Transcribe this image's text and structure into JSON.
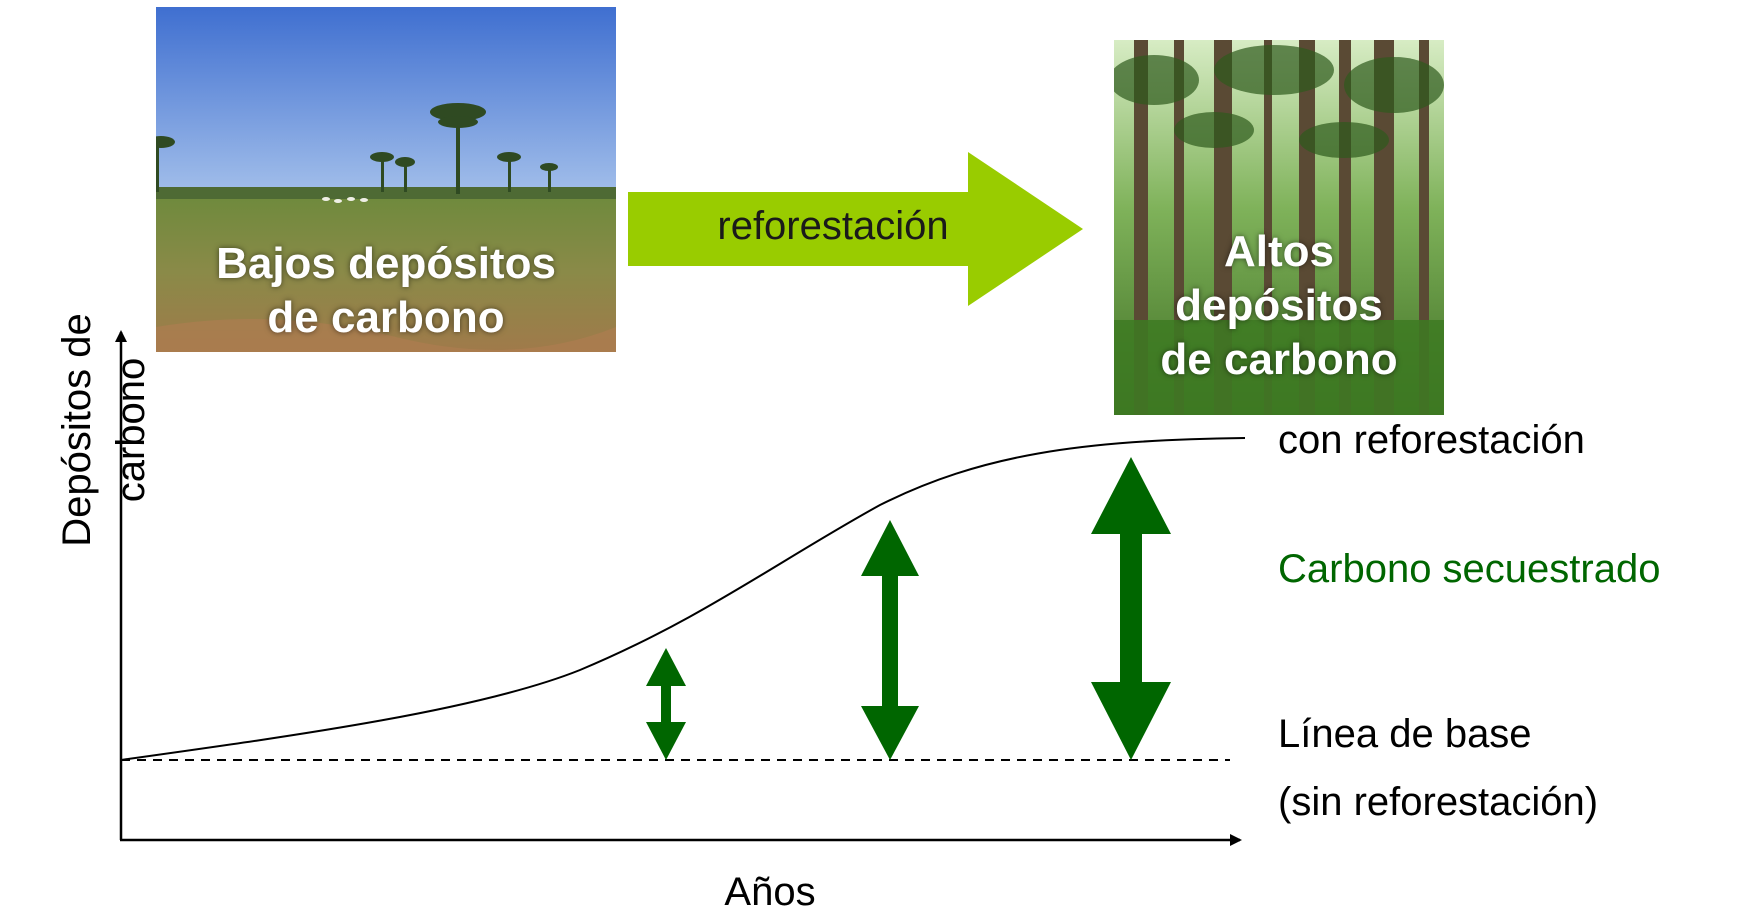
{
  "top": {
    "left_photo_caption_line1": "Bajos depósitos",
    "left_photo_caption_line2": "de carbono",
    "arrow_label": "reforestación",
    "right_photo_caption_line1": "Altos",
    "right_photo_caption_line2": "depósitos",
    "right_photo_caption_line3": "de carbono"
  },
  "chart": {
    "ylabel_line1": "Depósitos de",
    "ylabel_line2": "carbono",
    "xlabel": "Años",
    "curve_label": "con reforestación",
    "sequestered_label": "Carbono secuestrado",
    "baseline_label_line1": "Línea de base",
    "baseline_label_line2": "(sin reforestación)"
  },
  "colors": {
    "arrow_green": "#99cc00",
    "sequestered_green": "#006600",
    "text_dark": "#000000"
  }
}
